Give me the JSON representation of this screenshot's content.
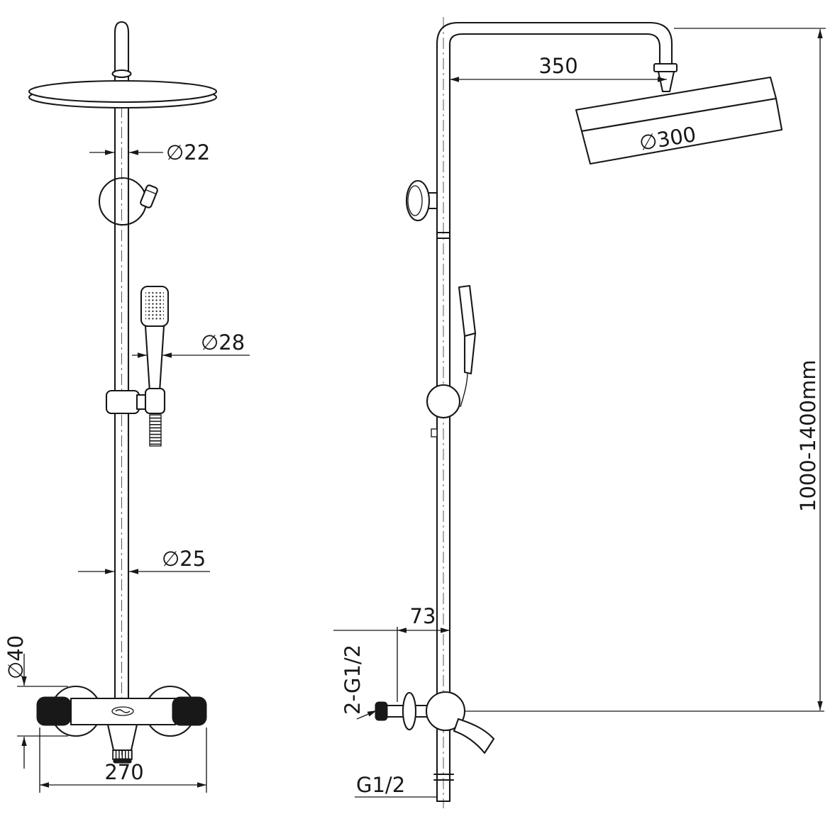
{
  "front_view": {
    "dim_pipe_top_diameter": "∅22",
    "dim_hand_shower_diameter": "∅28",
    "dim_pipe_lower_diameter": "∅25",
    "dim_handle_diameter": "∅40",
    "dim_body_width": "270"
  },
  "side_view": {
    "dim_arm_reach": "350",
    "dim_head_diameter": "∅300",
    "dim_wall_offset": "73",
    "dim_inlet_thread": "2-G1/2",
    "dim_outlet_thread": "G1/2",
    "dim_height_range": "1000-1400mm"
  }
}
